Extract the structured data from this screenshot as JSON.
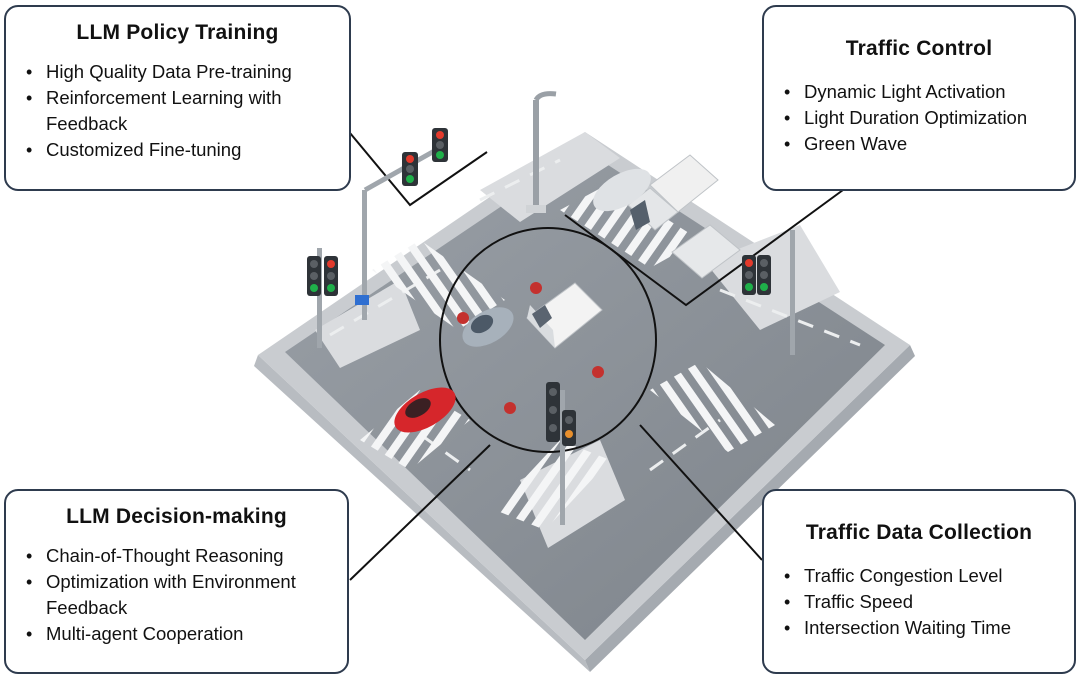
{
  "panels": {
    "policy": {
      "title": "LLM Policy Training",
      "items": [
        "High Quality Data Pre-training",
        "Reinforcement Learning with Feedback",
        "Customized Fine-tuning"
      ]
    },
    "control": {
      "title": "Traffic Control",
      "items": [
        "Dynamic Light Activation",
        "Light Duration Optimization",
        "Green Wave"
      ]
    },
    "decision": {
      "title": "LLM Decision-making",
      "items": [
        "Chain-of-Thought Reasoning",
        "Optimization with Environment Feedback",
        "Multi-agent Cooperation"
      ]
    },
    "data": {
      "title": "Traffic Data Collection",
      "items": [
        "Traffic Congestion Level",
        "Traffic Speed",
        "Intersection Waiting Time"
      ]
    }
  },
  "colors": {
    "panel_border": "#2e3b4e",
    "road": "#8e949b",
    "road_edge": "#d8dbde",
    "sidewalk": "#c9ccd0",
    "red_car": "#d6262b",
    "traffic_red": "#e33a2c",
    "traffic_green": "#1fb04a"
  }
}
